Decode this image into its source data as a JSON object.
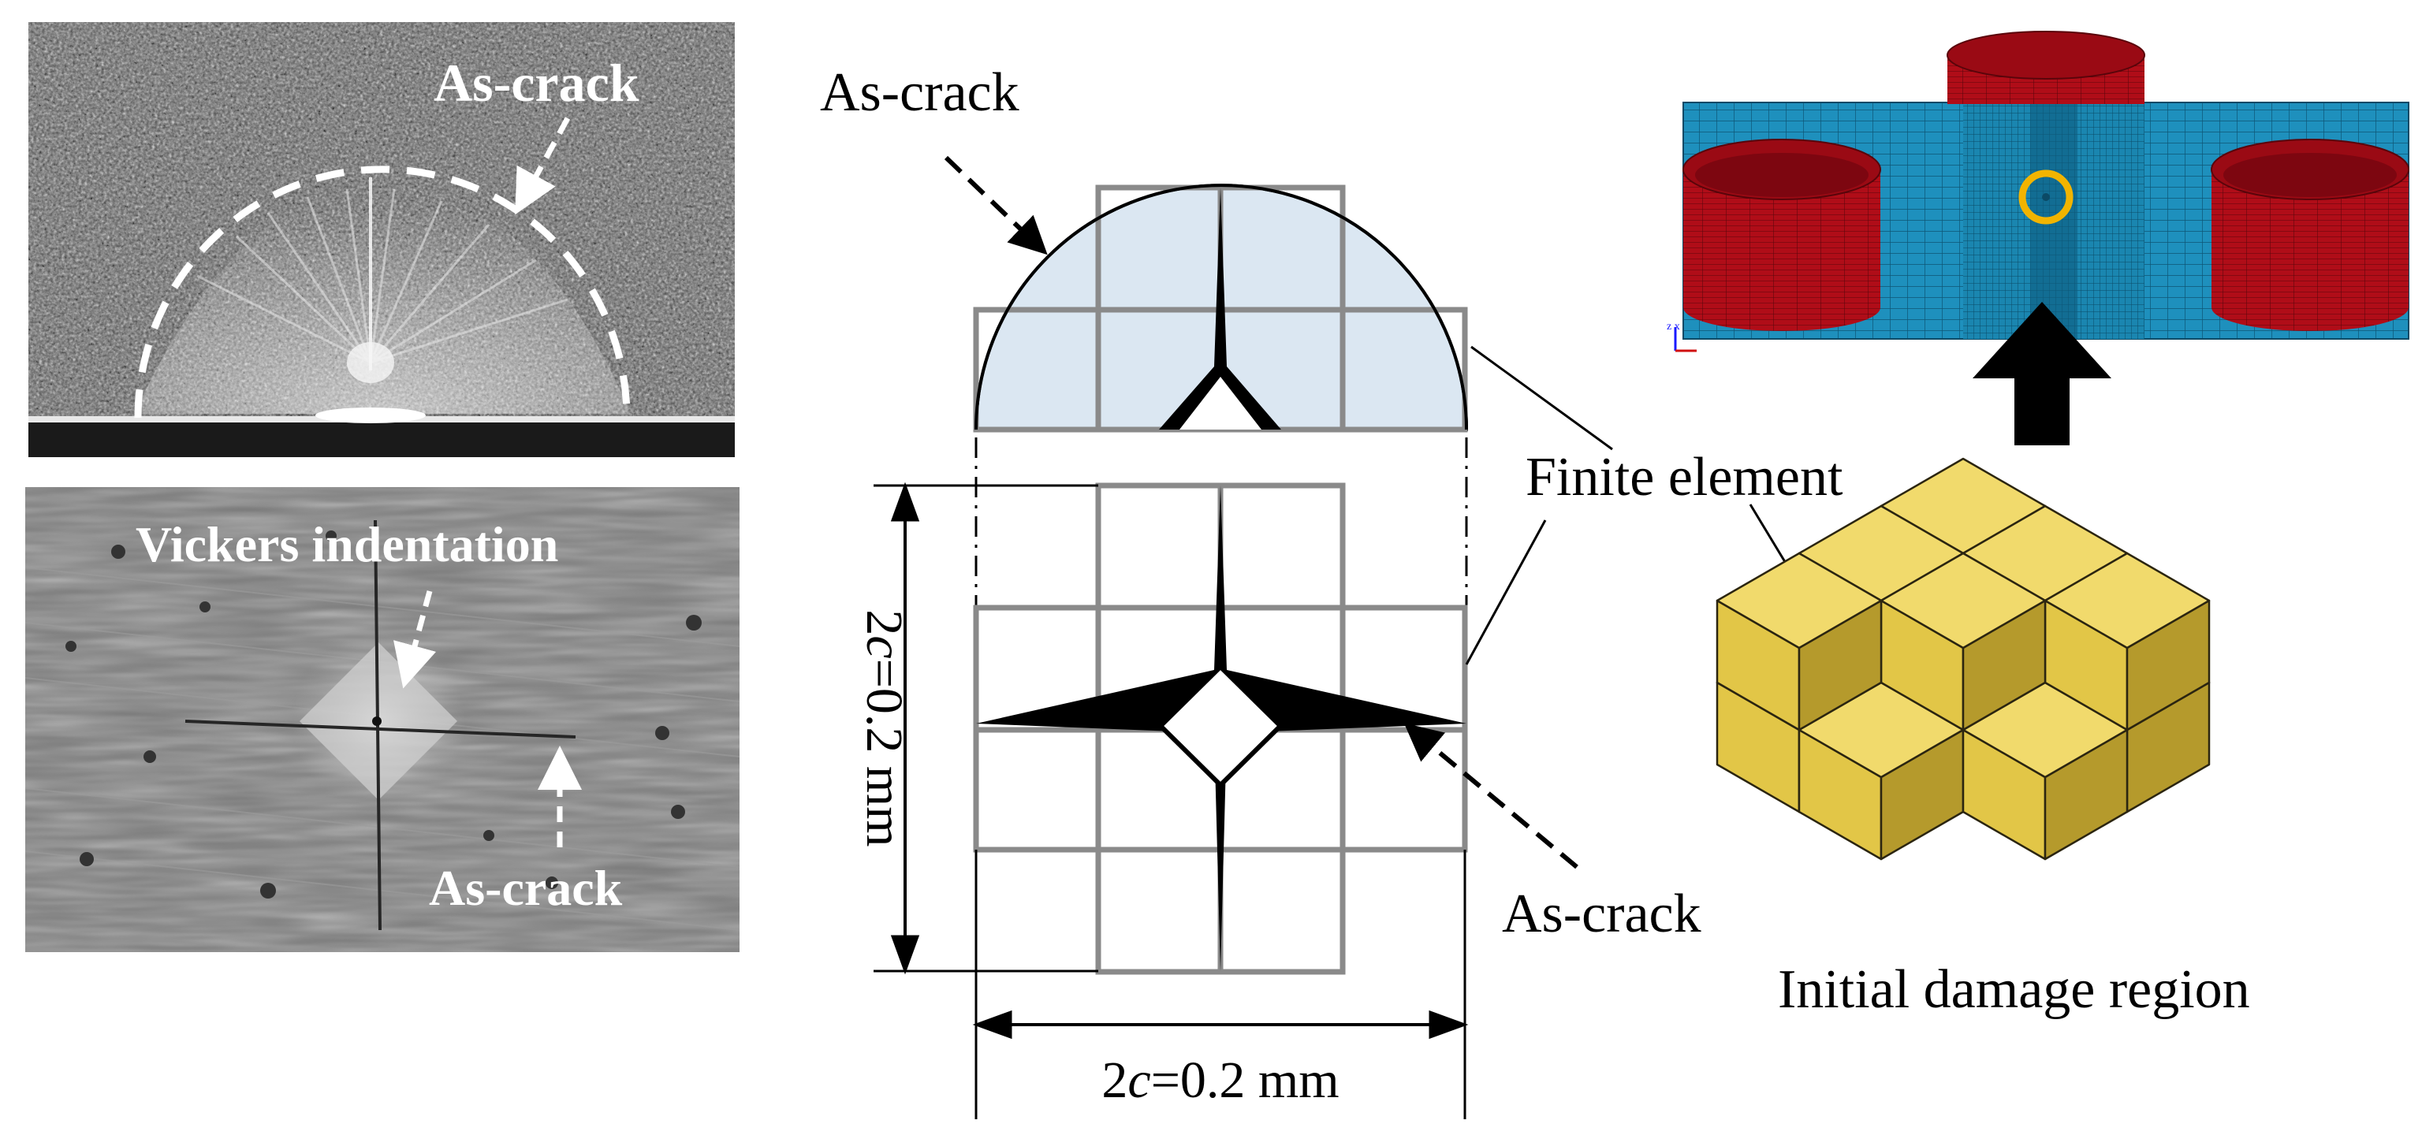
{
  "sem_top": {
    "label": "As-crack"
  },
  "sem_bottom": {
    "label_indent": "Vickers indentation",
    "label_crack": "As-crack"
  },
  "schematic": {
    "label_top_crack": "As-crack",
    "label_bottom_crack": "As-crack",
    "label_fe": "Finite element",
    "dim_vertical_prefix": "2",
    "dim_vertical_italic": "c",
    "dim_vertical_suffix": "=0.2 mm",
    "dim_horizontal_prefix": "2",
    "dim_horizontal_italic": "c",
    "dim_horizontal_suffix": "=0.2 mm"
  },
  "fe_model": {
    "axis_label": "z x"
  },
  "damage": {
    "label": "Initial damage region"
  },
  "colors": {
    "mesh_blue": "#1e90bd",
    "cylinder_red": "#b00d18",
    "marker_ring": "#f2b400",
    "half_disc_fill": "#dbe7f2",
    "grid_gray": "#8a8a8a",
    "cube_top": "#f1da6c",
    "cube_left": "#e2c647",
    "cube_right": "#b59a2c"
  }
}
